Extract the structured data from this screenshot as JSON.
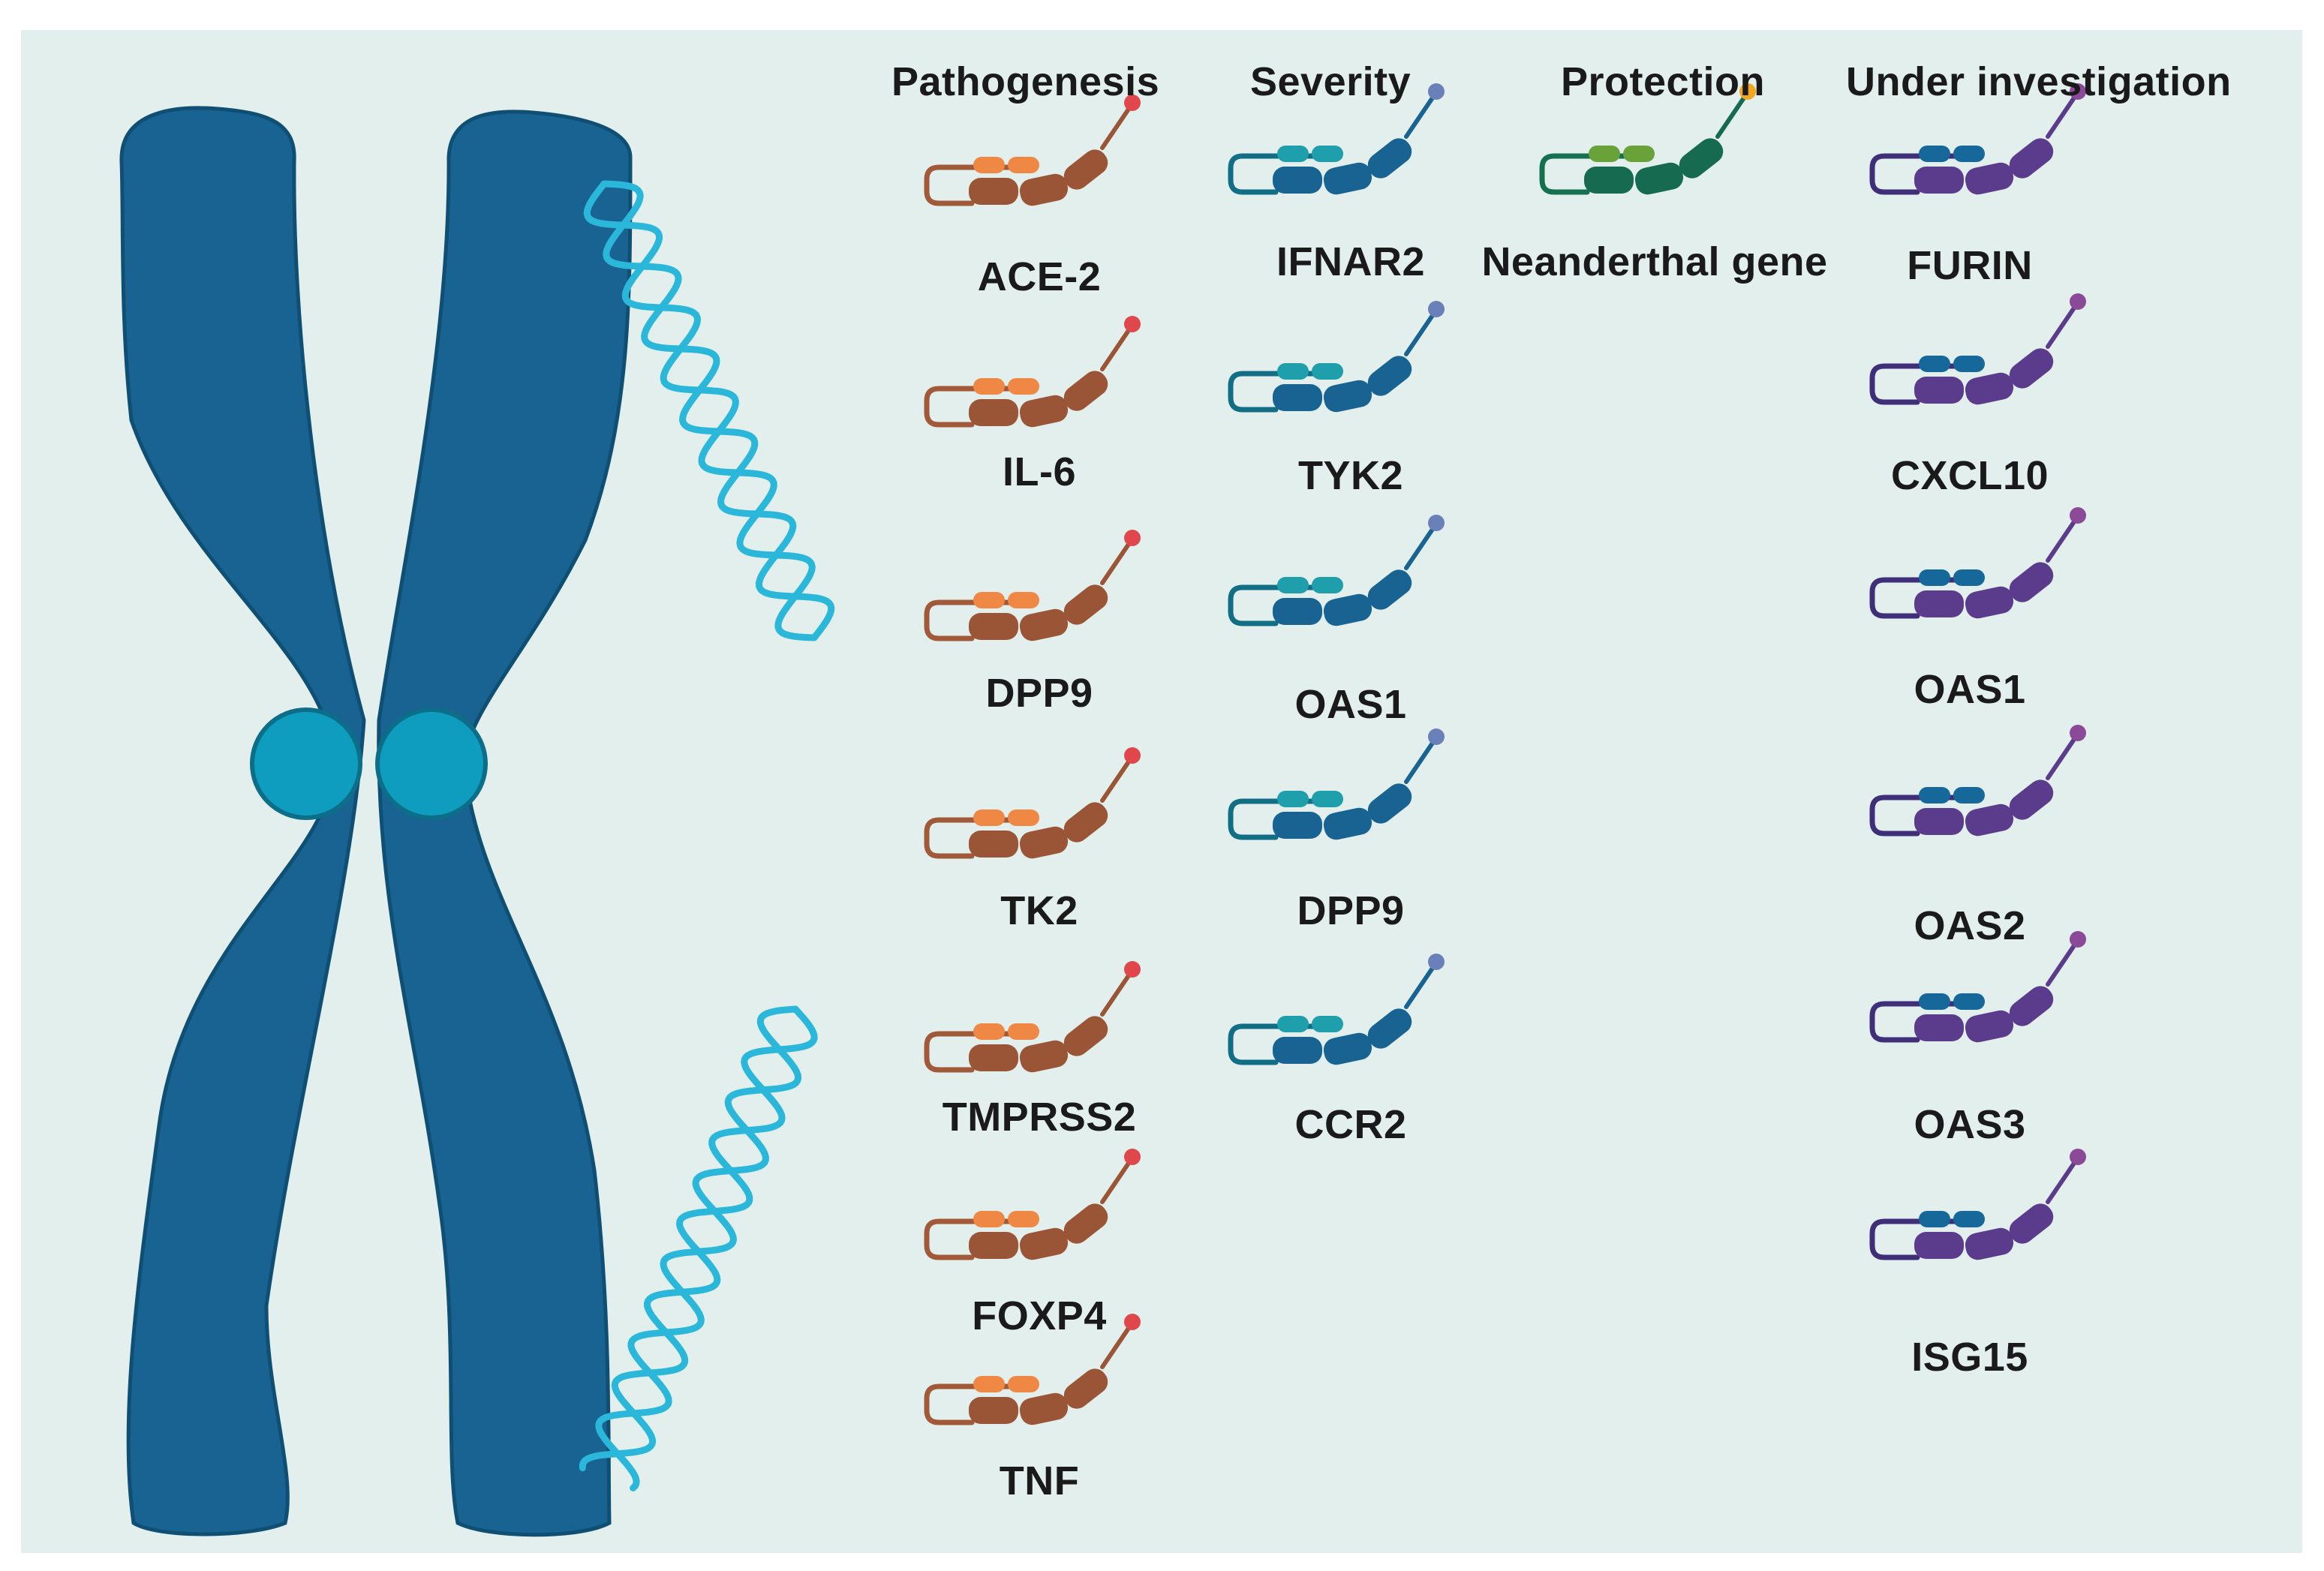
{
  "colors": {
    "background": "#e2efec",
    "chromosome": "#186391",
    "centromere": "#0f9dbf",
    "dna_strand": "#2ab7da",
    "pathogenesis": "#9a5536",
    "severity": "#186391",
    "protection": "#166a50",
    "investigation": "#5a3b8c"
  },
  "columns": [
    {
      "header": "Pathogenesis",
      "theme": {
        "main": "#9a5536",
        "loop": "#a15a39",
        "accent": "#ee8844",
        "tip": "#e0474c"
      },
      "genes": [
        "ACE-2",
        "IL-6",
        "DPP9",
        "TK2",
        "TMPRSS2",
        "FOXP4",
        "TNF"
      ]
    },
    {
      "header": "Severity",
      "theme": {
        "main": "#186391",
        "loop": "#116e84",
        "accent": "#1f9eac",
        "tip": "#6a80b8"
      },
      "genes": [
        "IFNAR2",
        "TYK2",
        "OAS1",
        "DPP9",
        "CCR2"
      ]
    },
    {
      "header": "Protection",
      "theme": {
        "main": "#166a50",
        "loop": "#157050",
        "accent": "#6aa23a",
        "tip": "#f2a622"
      },
      "genes": [
        "Neanderthal gene"
      ]
    },
    {
      "header": "Under investigation",
      "theme": {
        "main": "#5a3b8c",
        "loop": "#3f2f78",
        "accent": "#16689a",
        "tip": "#8a4a98"
      },
      "genes": [
        "FURIN",
        "CXCL10",
        "OAS1",
        "OAS2",
        "OAS3",
        "ISG15"
      ]
    }
  ]
}
